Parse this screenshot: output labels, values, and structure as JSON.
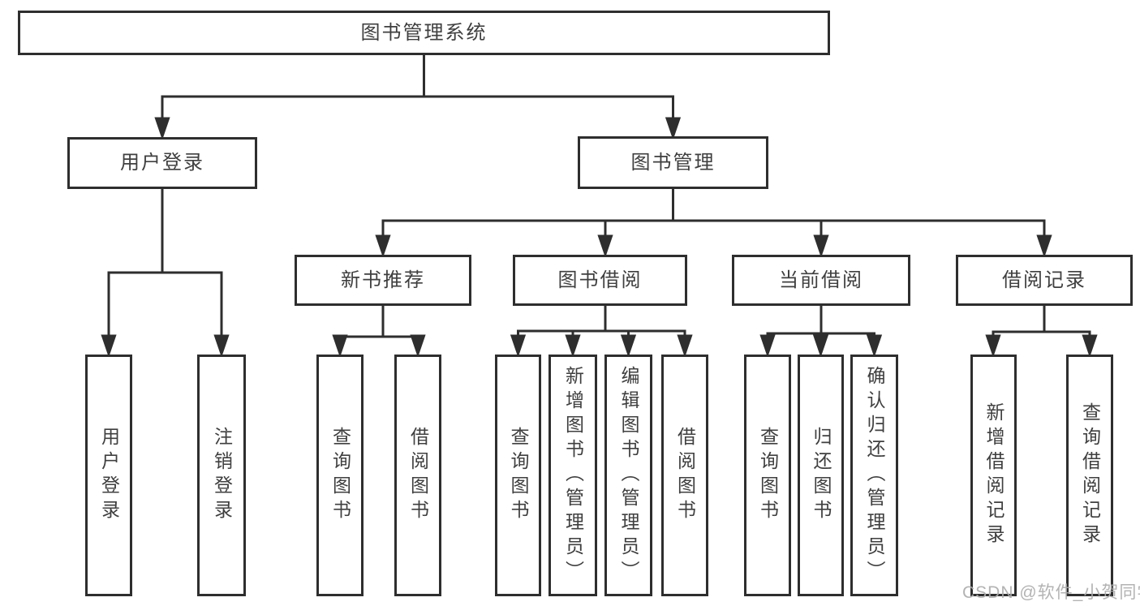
{
  "diagram": {
    "type": "tree",
    "root": {
      "label": "图书管理系统"
    },
    "branches": [
      {
        "label": "用户登录",
        "children": [
          {
            "label": "用户登录"
          },
          {
            "label": "注销登录"
          }
        ]
      },
      {
        "label": "图书管理",
        "children": [
          {
            "label": "新书推荐",
            "children": [
              {
                "label": "查询图书"
              },
              {
                "label": "借阅图书"
              }
            ]
          },
          {
            "label": "图书借阅",
            "children": [
              {
                "label": "查询图书"
              },
              {
                "label": "新增图书（管理员）"
              },
              {
                "label": "编辑图书（管理员）"
              },
              {
                "label": "借阅图书"
              }
            ]
          },
          {
            "label": "当前借阅",
            "children": [
              {
                "label": "查询图书"
              },
              {
                "label": "归还图书"
              },
              {
                "label": "确认归还（管理员）"
              }
            ]
          },
          {
            "label": "借阅记录",
            "children": [
              {
                "label": "新增借阅记录"
              },
              {
                "label": "查询借阅记录"
              }
            ]
          }
        ]
      }
    ]
  },
  "watermark": {
    "text": "CSDN @软件_小贺同学"
  },
  "colors": {
    "line": "#2e2e2e",
    "box_border": "#2e2e2e",
    "box_text": "#3f3f3f",
    "background": "#ffffff",
    "watermark": "#acacac"
  }
}
